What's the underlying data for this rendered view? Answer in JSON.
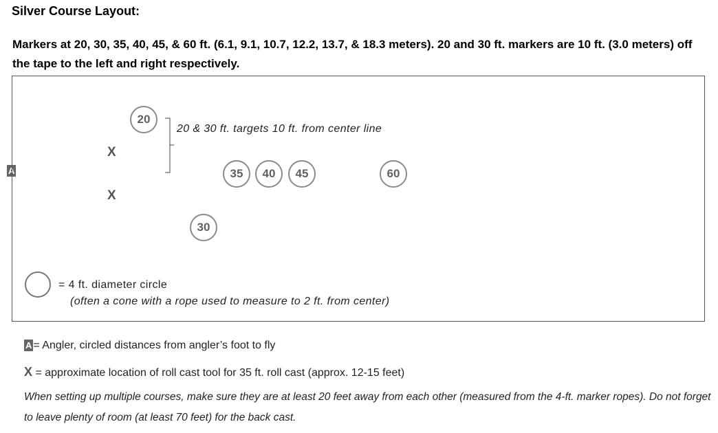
{
  "title": "Silver Course Layout:",
  "intro": "Markers at 20, 30, 35, 40, 45, & 60 ft. (6.1, 9.1, 10.7, 12.2, 13.7, & 18.3 meters). 20 and 30 ft. markers are 10 ft. (3.0 meters) off the tape to the left and right respectively.",
  "angler_symbol": "A",
  "x_symbol": "X",
  "markers": {
    "m20": "20",
    "m30": "30",
    "m35": "35",
    "m40": "40",
    "m45": "45",
    "m60": "60"
  },
  "target_note": "20 & 30 ft. targets 10 ft. from center line",
  "legend": {
    "circle_label": "= 4 ft. diameter circle",
    "circle_sub": "(often a cone with a rope used to measure to 2 ft. from center)"
  },
  "key": {
    "angler_text": "= Angler, circled distances from angler’s foot to fly",
    "x_text": "= approximate location of roll cast tool for 35 ft. roll cast (approx. 12-15 feet)"
  },
  "footnote": "When setting up multiple courses, make sure they are at least 20 feet away from each other (measured from the 4-ft. marker ropes). Do not forget to leave plenty of room (at least 70 feet) for the back cast."
}
